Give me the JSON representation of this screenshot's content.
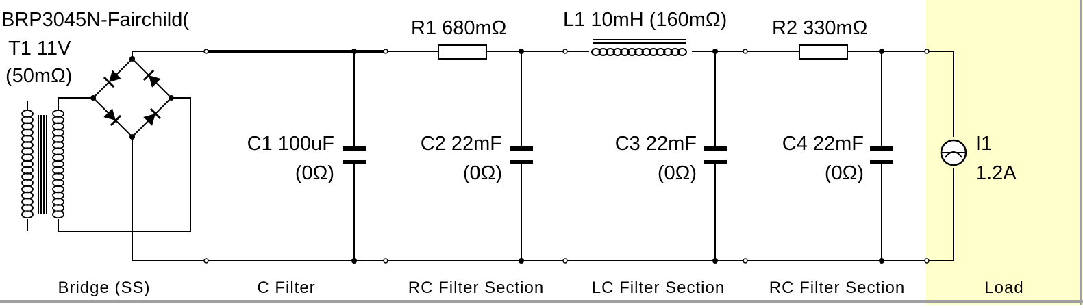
{
  "title": "BRP3045N-Fairchild(",
  "load_bg": "#ffffcc",
  "border_color": "#a0a0a0",
  "components": {
    "t1": {
      "name": "T1 11V",
      "detail": "(50mΩ)"
    },
    "r1": {
      "label": "R1 680mΩ"
    },
    "l1": {
      "label": "L1 10mH (160mΩ)"
    },
    "r2": {
      "label": "R2 330mΩ"
    },
    "c1": {
      "name": "C1 100uF",
      "esr": "(0Ω)"
    },
    "c2": {
      "name": "C2 22mF",
      "esr": "(0Ω)"
    },
    "c3": {
      "name": "C3 22mF",
      "esr": "(0Ω)"
    },
    "c4": {
      "name": "C4 22mF",
      "esr": "(0Ω)"
    },
    "i1": {
      "name": "I1",
      "value": "1.2A"
    }
  },
  "sections": {
    "bridge": "Bridge (SS)",
    "c_filter": "C Filter",
    "rc1": "RC Filter Section",
    "lc": "LC Filter Section",
    "rc2": "RC Filter Section",
    "load": "Load"
  }
}
